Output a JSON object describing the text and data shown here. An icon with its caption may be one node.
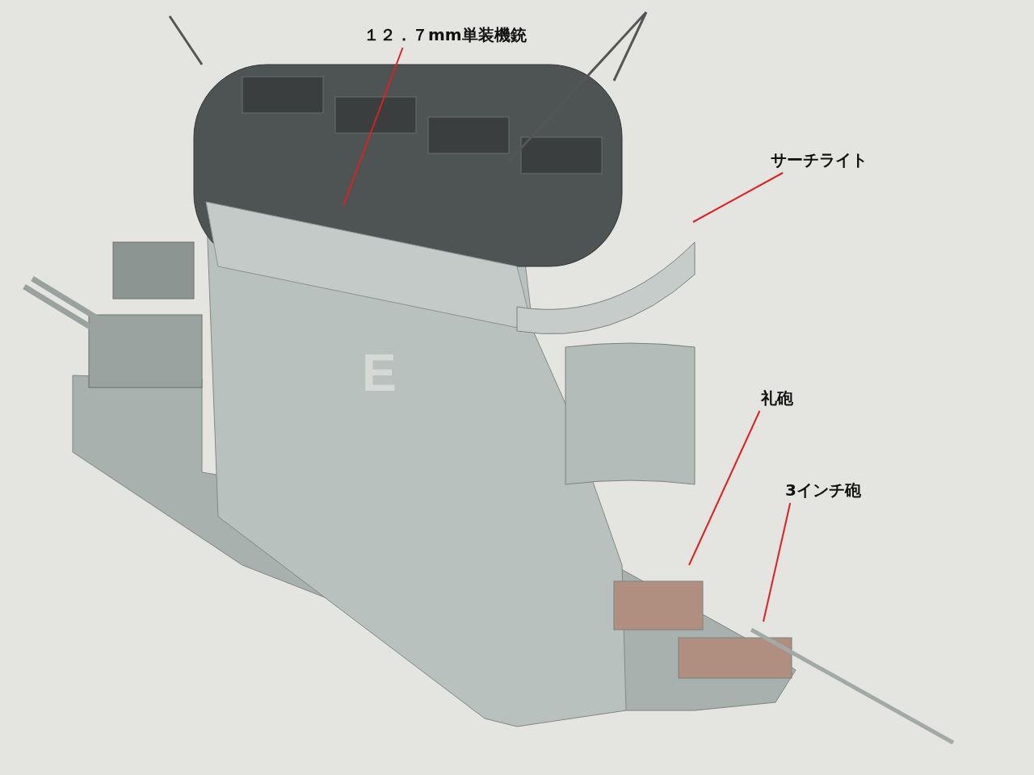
{
  "diagram": {
    "nodes": [
      {
        "text": [
          "１２．７mm単装機銃"
        ]
      },
      {
        "text": [
          "サーチライト"
        ]
      },
      {
        "text": [
          "礼砲"
        ]
      },
      {
        "text": [
          "3インチ砲"
        ]
      }
    ],
    "edges": [
      {
        "from": 0,
        "to": null,
        "arrow": "none"
      },
      {
        "from": 1,
        "to": null,
        "arrow": "none"
      },
      {
        "from": 2,
        "to": null,
        "arrow": "none"
      },
      {
        "from": 3,
        "to": null,
        "arrow": "none"
      }
    ],
    "labels": [
      "E"
    ]
  }
}
